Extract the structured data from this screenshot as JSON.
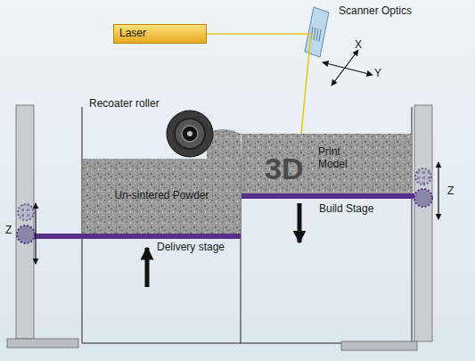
{
  "diagram": {
    "nodes": [
      {
        "text": [
          "Laser"
        ]
      },
      {
        "text": [
          "Scanner Optics"
        ]
      },
      {
        "text": [
          "Un-sintered Powder"
        ]
      },
      {
        "text": [
          "3D",
          "Print Model"
        ]
      }
    ],
    "edges": [
      {
        "from": 0,
        "to": 1,
        "arrow": "none"
      },
      {
        "from": 1,
        "to": 3,
        "arrow": "none"
      }
    ],
    "labels": [
      "X",
      "Y",
      "Recoater roller",
      "Build Stage",
      "Delivery stage",
      "Z",
      "Z"
    ]
  }
}
